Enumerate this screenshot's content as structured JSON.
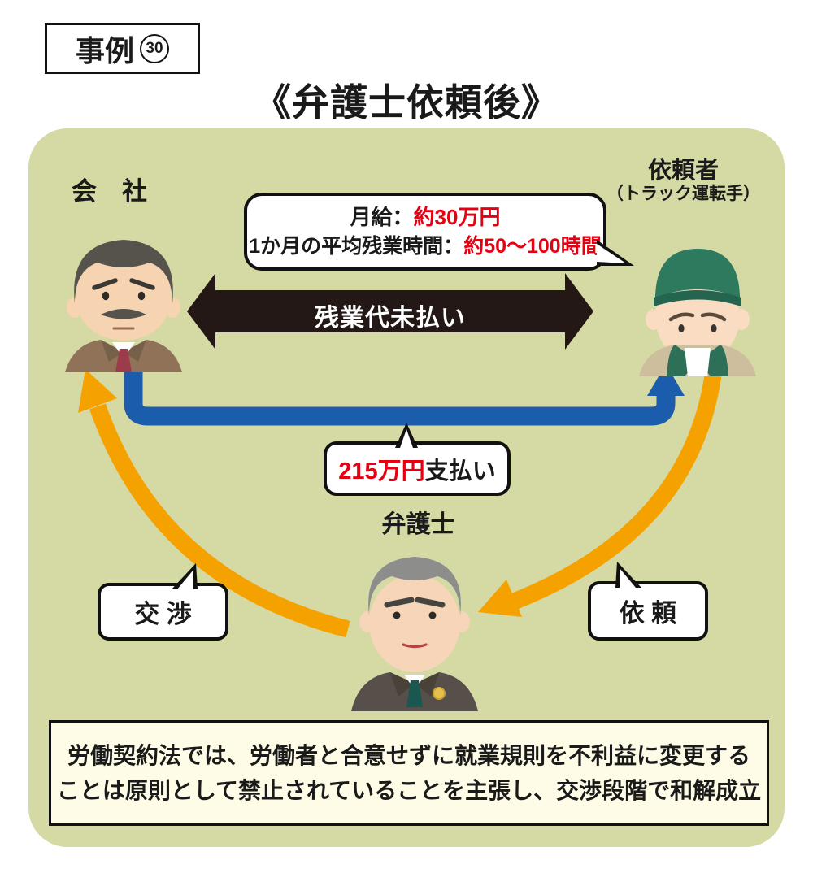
{
  "header": {
    "case_prefix": "事例",
    "case_number": "30",
    "title": "《弁護士依頼後》"
  },
  "actors": {
    "company": {
      "label": "会　社"
    },
    "client": {
      "label": "依頼者",
      "sublabel": "（トラック運転手）"
    },
    "lawyer": {
      "label": "弁護士"
    }
  },
  "salary_bubble": {
    "line1_prefix": "月給：",
    "line1_value": "約30万円",
    "line2_prefix": "1か月の平均残業時間：",
    "line2_value": "約50～100時間"
  },
  "arrows": {
    "unpaid_overtime_label": "残業代未払い",
    "payment_value": "215万円",
    "payment_suffix": "支払い",
    "negotiation_label": "交 渉",
    "request_label": "依 頼"
  },
  "footnote": {
    "line1": "労働契約法では、労働者と合意せずに就業規則を不利益に変更する",
    "line2": "ことは原則として禁止されていることを主張し、交渉段階で和解成立"
  },
  "icons": {
    "company_avatar": "businessman-mustache",
    "client_avatar": "truck-driver-green-cap",
    "lawyer_avatar": "elder-lawyer-with-badge"
  },
  "colors": {
    "panel_bg": "#d5d9a3",
    "accent_red": "#e60012",
    "arrow_blue": "#1b5cad",
    "arrow_orange": "#f5a200",
    "arrow_black": "#231815",
    "note_bg": "#fefce6"
  }
}
